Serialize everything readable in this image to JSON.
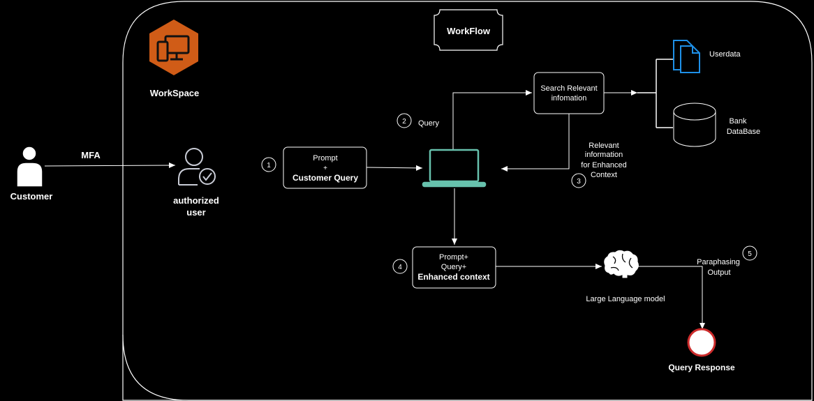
{
  "title": "WorkFlow",
  "workspace": {
    "label": "WorkSpace",
    "color": "#d05c17"
  },
  "actors": {
    "customer": "Customer",
    "mfa": "MFA",
    "authorized_user": [
      "authorized",
      "user"
    ]
  },
  "steps": {
    "s1": "1",
    "s2": "2",
    "s3": "3",
    "s4": "4",
    "s5": "5"
  },
  "labels": {
    "query": "Query",
    "relevant": [
      "Relevant",
      "information",
      "for Enhanced",
      "Context"
    ],
    "paraphasing": [
      "Paraphasing",
      "Output"
    ],
    "llm": "Large Language model",
    "query_response": "Query Response",
    "userdata": "Userdata",
    "bank_db": [
      "Bank",
      "DataBase"
    ]
  },
  "boxes": {
    "prompt_query": [
      "Prompt",
      "+",
      "Customer Query"
    ],
    "search": [
      "Search Relevant",
      "infomation"
    ],
    "enhanced": [
      "Prompt+",
      "Query+",
      "Enhanced context"
    ]
  },
  "colors": {
    "laptop": "#67c2ad",
    "doc_icon": "#1e90e8",
    "response_ring": "#cc2b2b",
    "lines": "#ffffff"
  },
  "icons": {
    "workspace": "workspace-desktop-tablet-icon",
    "customer": "user-silhouette-icon",
    "authorized": "user-check-icon",
    "laptop": "laptop-icon",
    "brain": "brain-icon",
    "documents": "documents-icon",
    "database": "database-cylinder-icon",
    "response": "end-event-circle-icon"
  }
}
